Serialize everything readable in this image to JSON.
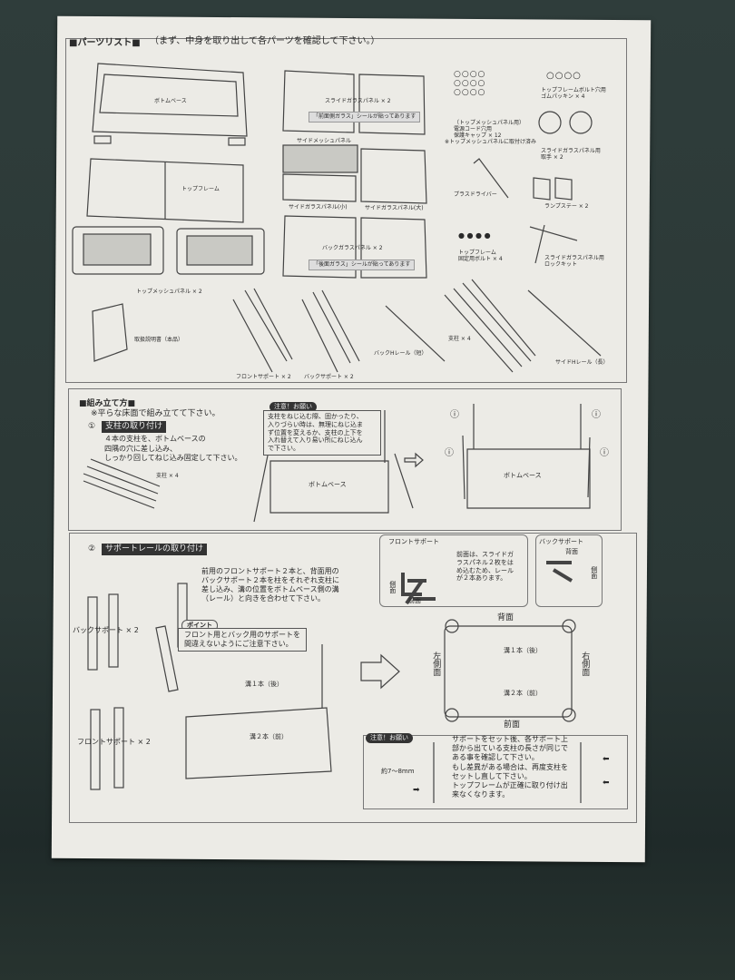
{
  "parts_list": {
    "heading": "■パーツリスト■",
    "subheading": "（まず、中身を取り出して各パーツを確認して下さい。）",
    "items": {
      "bottom_base": "ボトムベース",
      "top_frame": "トップフレーム",
      "top_mesh_panel": "トップメッシュパネル × 2",
      "slide_glass": "スライドガラスパネル × 2",
      "slide_glass_sticker": "「前面側ガラス」シールが貼ってあります",
      "side_mesh": "サイドメッシュパネル",
      "side_glass_small": "サイドガラスパネル(小)",
      "side_glass_large": "サイドガラスパネル(大)",
      "back_glass": "バックガラスパネル × 2",
      "back_glass_sticker": "「後面ガラス」シールが貼ってあります",
      "cap_line1": "（トップメッシュパネル用）",
      "cap_line2": "電源コード穴用",
      "cap_line3": "保護キャップ × 12",
      "cap_note": "※トップメッシュパネルに取付け済み",
      "rubber_line1": "トップフレームボルト穴用",
      "rubber_line2": "ゴムパッキン × 4",
      "handle_line1": "スライドガラスパネル用",
      "handle_line2": "取手 × 2",
      "screwdriver": "プラスドライバー",
      "lamp_stay": "ランプステー × 2",
      "bolt_line1": "トップフレーム",
      "bolt_line2": "固定用ボルト × 4",
      "lock_line1": "スライドガラスパネル用",
      "lock_line2": "ロックキット",
      "manual": "取扱説明書（本品）",
      "front_support": "フロントサポート × 2",
      "back_support": "バックサポート × 2",
      "back_h_rail": "バックHレール（短）",
      "pillar": "支柱 × 4",
      "side_h_rail": "サイドHレール（長）"
    }
  },
  "assembly": {
    "heading": "■組み立て方■",
    "note": "※平らな床面で組み立てて下さい。",
    "step1": {
      "number": "①",
      "title": "支柱の取り付け",
      "text1": "４本の支柱を、ボトムベースの",
      "text2": "四隅の穴に差し込み、",
      "text3": "しっかり回してねじ込み固定して下さい。",
      "pillar_label": "支柱 × 4",
      "caution_title": "注意！お願い",
      "caution_lines": [
        "支柱をねじ込む際、固かったり、",
        "入りづらい時は、無理にねじ込ま",
        "ず位置を変えるか、支柱の上下を",
        "入れ替えて入り易い所にねじ込ん",
        "で下さい。"
      ],
      "base_label": "ボトムベース",
      "base_label_after": "ボトムベース"
    },
    "step2": {
      "number": "②",
      "title": "サポートレールの取り付け",
      "text_lines": [
        "前用のフロントサポート２本と、背面用の",
        "バックサポート２本を柱をそれぞれ支柱に",
        "差し込み、溝の位置をボトムベース側の溝",
        "（レール）と向きを合わせて下さい。"
      ],
      "back_support": "バックサポート × 2",
      "front_support": "フロントサポート × 2",
      "point_title": "ポイント",
      "point_lines": [
        "フロント用とバック用のサポートを",
        "間違えないようにご注意下さい。"
      ],
      "groove1": "溝１本（後）",
      "groove2": "溝２本（前）",
      "front_support_box": {
        "title": "フロントサポート",
        "desc": [
          "前面は、スライドガ",
          "ラスパネル２枚をは",
          "め込むため、レール",
          "が２本あります。"
        ],
        "side": "側面",
        "front": "前面"
      },
      "back_support_box": {
        "title": "バックサポート",
        "back": "背面",
        "side": "側面"
      },
      "plan": {
        "back": "背面",
        "left": "左側面",
        "right": "右側面",
        "front": "前面",
        "groove1": "溝１本（後）",
        "groove2": "溝２本（前）"
      },
      "caution_title": "注意！お願い",
      "caution_lines": [
        "サポートをセット後、各サポート上",
        "部から出ている支柱の長さが同じで",
        "ある事を確認して下さい。",
        "もし差異がある場合は、再度支柱を",
        "セットし直して下さい。",
        "トップフレームが正確に取り付け出",
        "来なくなります。"
      ],
      "gap": "約7〜8mm"
    }
  }
}
